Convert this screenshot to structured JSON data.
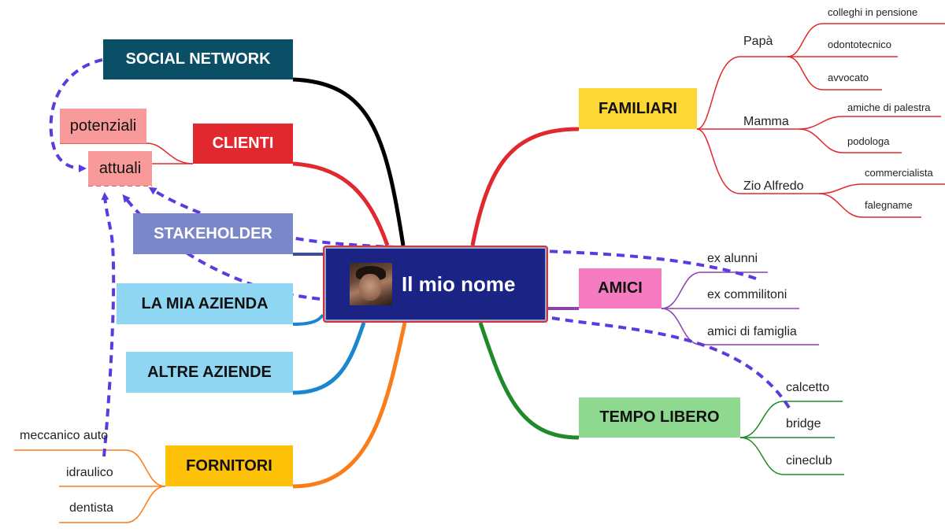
{
  "center": {
    "title": "Il mio nome",
    "photo": "portrait-photo"
  },
  "branches": {
    "social_network": "SOCIAL NETWORK",
    "clienti": "CLIENTI",
    "stakeholder": "STAKEHOLDER",
    "la_mia_azienda": "LA MIA AZIENDA",
    "altre_aziende": "ALTRE AZIENDE",
    "fornitori": "FORNITORI",
    "familiari": "FAMILIARI",
    "amici": "AMICI",
    "tempo_libero": "TEMPO LIBERO"
  },
  "clienti_children": {
    "potenziali": "potenziali",
    "attuali": "attuali"
  },
  "familiari_children": {
    "papa": "Papà",
    "papa_items": [
      "colleghi in pensione",
      "odontotecnico",
      "avvocato"
    ],
    "mamma": "Mamma",
    "mamma_items": [
      "amiche di palestra",
      "podologa"
    ],
    "zio": "Zio Alfredo",
    "zio_items": [
      "commercialista",
      "falegname"
    ]
  },
  "amici_children": [
    "ex alunni",
    "ex commilitoni",
    "amici di famiglia"
  ],
  "tempo_libero_children": [
    "calcetto",
    "bridge",
    "cineclub"
  ],
  "fornitori_children": [
    "meccanico auto",
    "idraulico",
    "dentista"
  ],
  "colors": {
    "social_network": "#0b4f66",
    "clienti": "#e0282e",
    "stakeholder": "#7a87c8",
    "la_mia_azienda": "#8fd6f2",
    "altre_aziende": "#8fd6f2",
    "fornitori": "#ffc107",
    "familiari": "#fdd835",
    "amici": "#f57cc0",
    "tempo_libero": "#8ed98f",
    "clienti_child": "#f99a9a",
    "center_bg": "#1b2484",
    "dashed_arrow": "#5b3be0"
  }
}
